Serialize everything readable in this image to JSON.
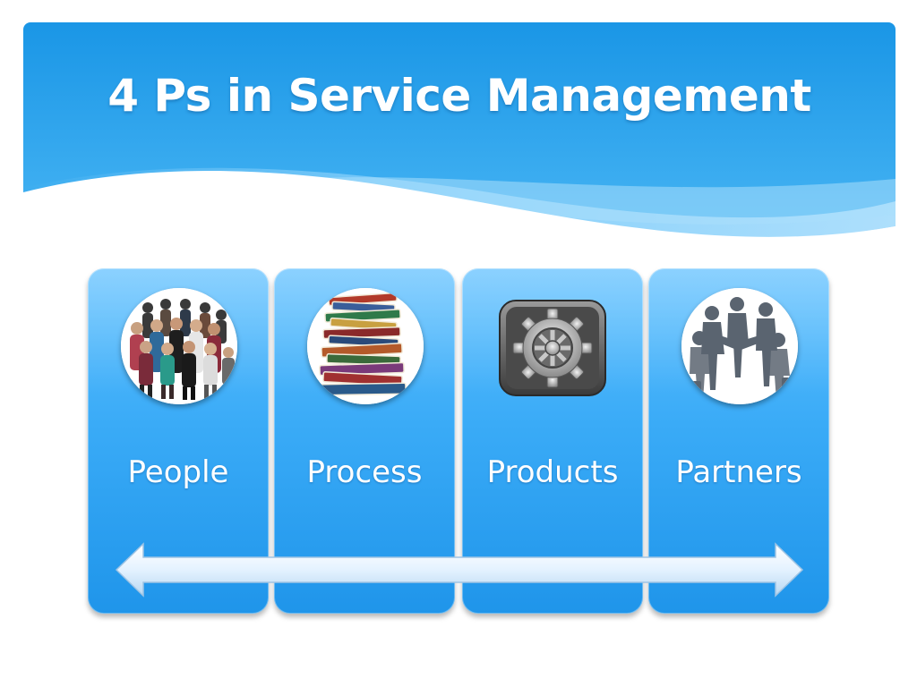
{
  "slide": {
    "title": "4 Ps in Service Management"
  },
  "cards": [
    {
      "label": "People",
      "icon": "people-group-icon"
    },
    {
      "label": "Process",
      "icon": "book-stack-icon"
    },
    {
      "label": "Products",
      "icon": "gear-icon"
    },
    {
      "label": "Partners",
      "icon": "partners-hands-icon"
    }
  ],
  "colors": {
    "banner_blue": "#1e9be8",
    "card_blue": "#3aabf7",
    "arrow_fill": "#e8f4ff",
    "text": "#ffffff"
  }
}
